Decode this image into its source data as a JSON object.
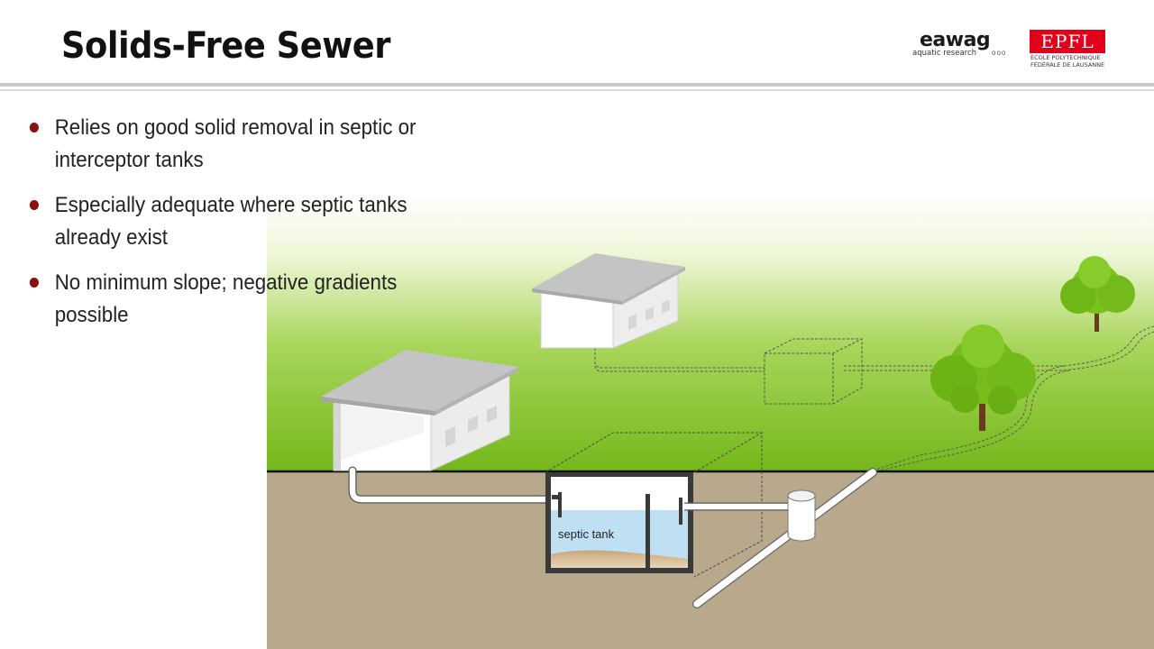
{
  "slide": {
    "title": "Solids-Free Sewer"
  },
  "logos": {
    "eawag_name": "eawag",
    "eawag_subtitle": "aquatic research",
    "eawag_dots": "ooo",
    "epfl_name": "EPFL",
    "epfl_line1": "ÉCOLE POLYTECHNIQUE",
    "epfl_line2": "FÉDÉRALE DE LAUSANNE"
  },
  "bullets": [
    "Relies on good solid removal in septic or interceptor tanks",
    "Especially adequate where septic tanks already exist",
    "No minimum slope; negative gradients possible"
  ],
  "diagram": {
    "tank_label": "septic tank",
    "colors": {
      "grass_top": "#ffffff",
      "grass_bottom": "#7cbf1e",
      "ground": "#b8a88c",
      "water": "#bfe0f2",
      "bullet": "#8b1111",
      "epfl_red": "#e2001a"
    }
  }
}
